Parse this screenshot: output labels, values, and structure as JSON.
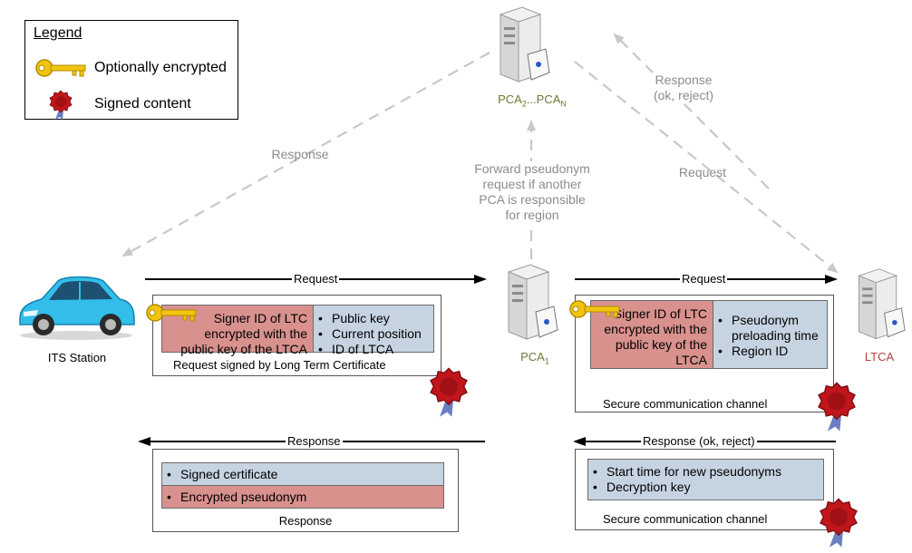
{
  "legend": {
    "title": "Legend",
    "key_label": "Optionally encrypted",
    "seal_label": "Signed content"
  },
  "nodes": {
    "its_station": "ITS Station",
    "pca1_base": "PCA",
    "pca1_sub": "1",
    "pca2_base": "PCA",
    "pca2_sub": "2",
    "pca_mid": "...PCA",
    "pcan_sub": "N",
    "ltca": "LTCA"
  },
  "arrows": {
    "response_top_left": "Response",
    "forward_line1": "Forward pseudonym",
    "forward_line2": "request if another",
    "forward_line3": "PCA is responsible",
    "forward_line4": "for region",
    "response_top_right_line1": "Response",
    "response_top_right_line2": "(ok, reject)",
    "request_top_right": "Request",
    "request_left": "Request",
    "request_right": "Request",
    "response_left": "Response",
    "response_right": "Response (ok, reject)"
  },
  "box_request_left": {
    "pink_lines": [
      "Signer ID of LTC",
      "encrypted with the",
      "public key of the LTCA"
    ],
    "blue_items": [
      "Public key",
      "Current position",
      "ID of LTCA"
    ],
    "caption": "Request signed by Long Term Certificate"
  },
  "box_request_right": {
    "pink_lines": [
      "Signer ID of LTC",
      "encrypted with the",
      "public key of the",
      "LTCA"
    ],
    "blue_items": [
      "Pseudonym preloading time",
      "Region ID"
    ],
    "caption": "Secure communication channel"
  },
  "box_response_left": {
    "blue_item": "Signed certificate",
    "pink_item": "Encrypted pseudonym",
    "caption": "Response"
  },
  "box_response_right": {
    "blue_items": [
      "Start time for new pseudonyms",
      "Decryption key"
    ],
    "caption": "Secure communication channel"
  }
}
